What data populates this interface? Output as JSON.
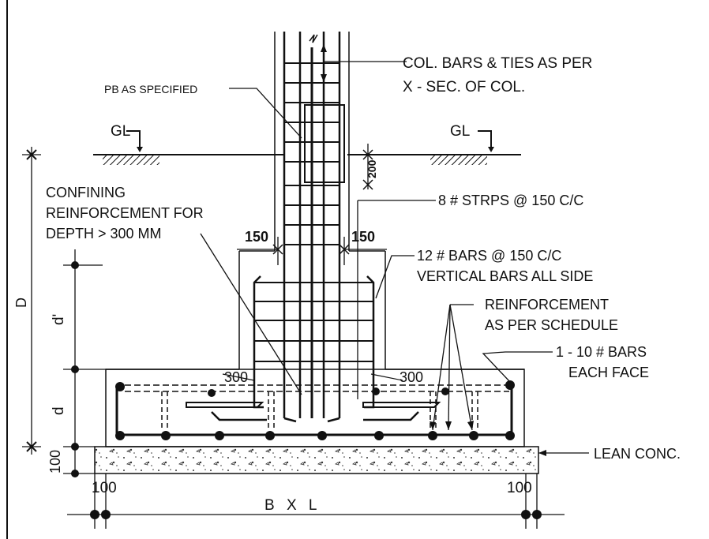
{
  "labels": {
    "col_bars": "COL. BARS & TIES AS PER",
    "col_bars_2": "X - SEC. OF COL.",
    "pb": "PB AS SPECIFIED",
    "gl_left": "GL",
    "gl_right": "GL",
    "confining_1": "CONFINING",
    "confining_2": "REINFORCEMENT FOR",
    "confining_3": "DEPTH > 300 MM",
    "stirrups": "8 # STRPS @ 150 C/C",
    "bars_12_1": "12  # BARS @ 150 C/C",
    "bars_12_2": "VERTICAL BARS ALL SIDE",
    "reinf_1": "REINFORCEMENT",
    "reinf_2": "AS PER SCHEDULE",
    "bars_1_10_1": "1 - 10  # BARS",
    "bars_1_10_2": "EACH FACE",
    "lean": "LEAN CONC.",
    "bxl": "B X L"
  },
  "dimensions": {
    "d200": "200",
    "w150_left": "150",
    "w150_right": "150",
    "w300_left": "300",
    "w300_right": "300",
    "D": "D",
    "d_prime": "d'",
    "d": "d",
    "h100": "100",
    "b100_left": "100",
    "b100_right": "100"
  }
}
